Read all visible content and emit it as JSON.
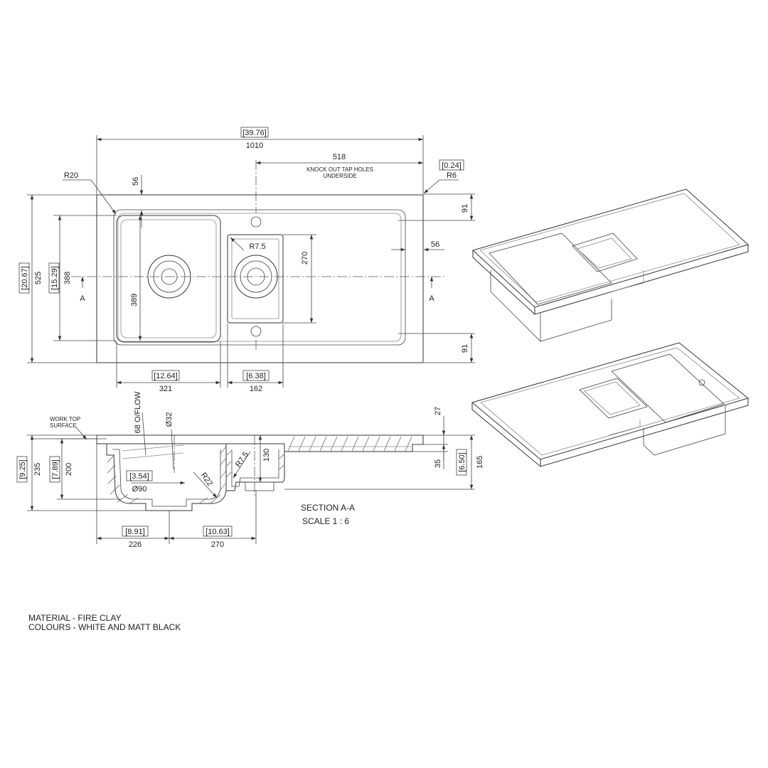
{
  "plan": {
    "overall_width_in": "[39.76]",
    "overall_width_mm": "1010",
    "tap_offset_mm": "518",
    "tap_note_line1": "KNOCK OUT TAP HOLES",
    "tap_note_line2": "UNDERSIDE",
    "corner_radius_in": "[0.24]",
    "corner_radius_mm": "R6",
    "inner_radius": "R20",
    "top_rim_mm": "56",
    "right_rim_mm": "56",
    "top_right_offset_mm": "91",
    "bottom_right_offset_mm": "91",
    "overall_depth_in": "[20.67]",
    "overall_depth_mm": "525",
    "bowl_depth_in": "[15.29]",
    "bowl_depth_mm": "388",
    "bowl_inner_mm": "389",
    "small_bowl_len_mm": "270",
    "small_bowl_radius": "R7.5",
    "section_mark_left": "A",
    "section_mark_right": "A",
    "main_bowl_width_in": "[12.64]",
    "main_bowl_width_mm": "321",
    "small_bowl_width_in": "[6.38]",
    "small_bowl_width_mm": "162"
  },
  "section": {
    "worktop_label_line1": "WORK TOP",
    "worktop_label_line2": "SURFACE",
    "overflow_label": "68 O/FLOW",
    "overflow_dia": "Ø32",
    "rim_height_mm": "27",
    "drainer_thickness_mm": "35",
    "total_height_in": "[6.50]",
    "total_height_mm": "165",
    "overall_height_in": "[9.25]",
    "overall_height_mm": "235",
    "bowl_height_in": "[7.89]",
    "bowl_height_mm": "200",
    "waste_offset_in": "[3.54]",
    "waste_dia": "Ø90",
    "radius_large": "R22",
    "radius_small": "R7.5",
    "small_bowl_height_mm": "130",
    "left_to_waste_in": "[8.91]",
    "left_to_waste_mm": "226",
    "waste_to_small_in": "[10.63]",
    "waste_to_small_mm": "270",
    "title": "SECTION A-A",
    "scale": "SCALE 1 : 6"
  },
  "notes": {
    "material": "MATERIAL - FIRE CLAY",
    "colours": "COLOURS - WHITE AND MATT BLACK"
  }
}
